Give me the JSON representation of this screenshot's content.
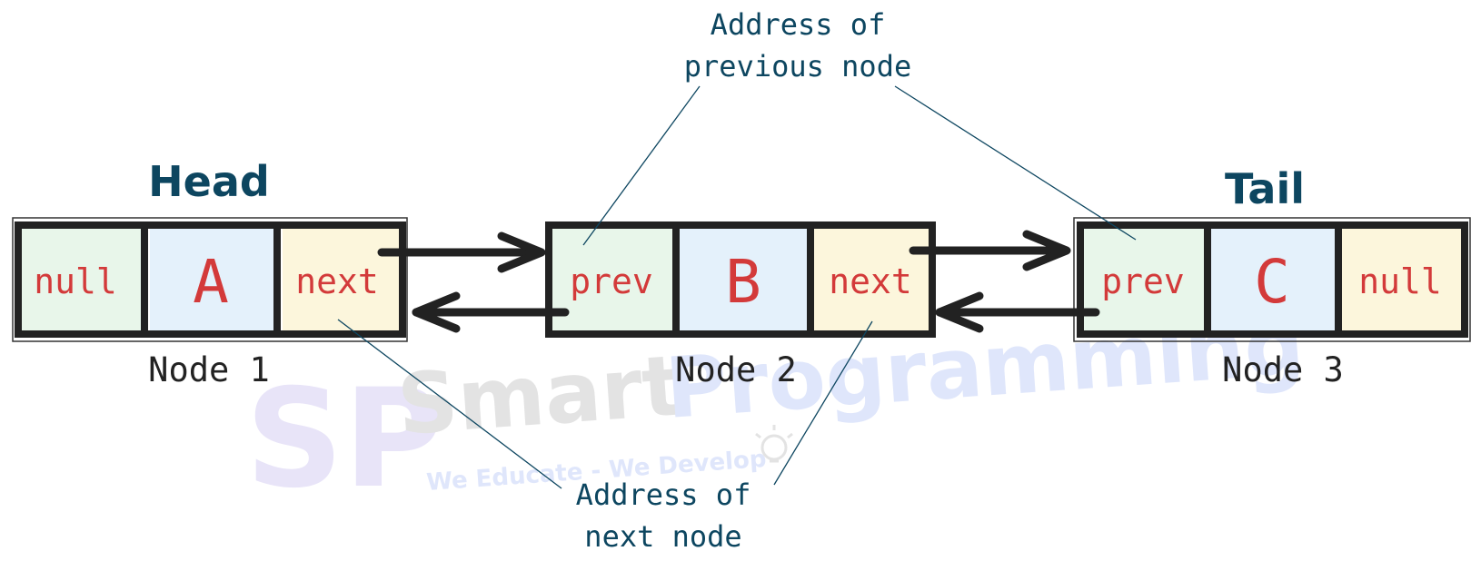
{
  "colors": {
    "dark_navy": "#0d4660",
    "label_red": "#d33a3a",
    "prev_cell": "#e8f6ea",
    "data_cell": "#e4f1fb",
    "next_cell": "#fcf6dc",
    "border": "#222222",
    "watermark_gray": "#e3e3e3",
    "watermark_blue": "#dfe6fb"
  },
  "head_label": "Head",
  "tail_label": "Tail",
  "nodes": [
    {
      "left": "null",
      "data": "A",
      "right": "next",
      "caption": "Node 1"
    },
    {
      "left": "prev",
      "data": "B",
      "right": "next",
      "caption": "Node 2"
    },
    {
      "left": "prev",
      "data": "C",
      "right": "null",
      "caption": "Node 3"
    }
  ],
  "annotations": {
    "prev_address": [
      "Address of",
      "previous node"
    ],
    "next_address": [
      "Address of",
      "next node"
    ]
  },
  "watermark": {
    "logo": "SP",
    "word1": "Smart",
    "word2": "Programming",
    "tagline": "We Educate - We Develop"
  }
}
